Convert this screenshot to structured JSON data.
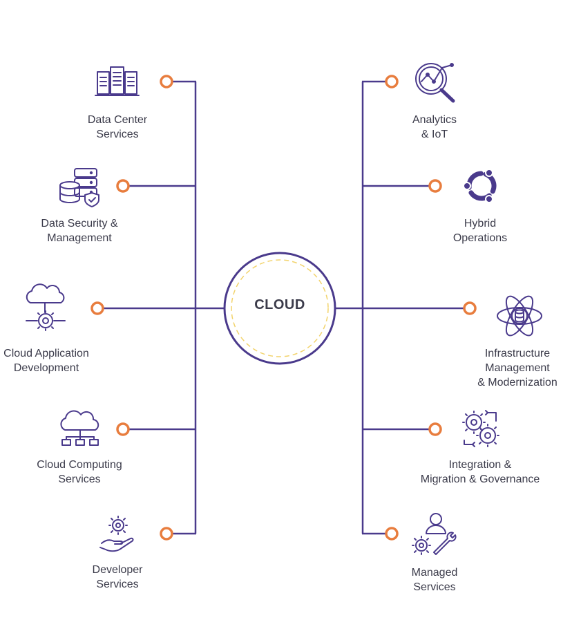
{
  "center": {
    "label": "CLOUD"
  },
  "colors": {
    "line": "#4a3a8c",
    "connector": "#e87d3e",
    "icon": "#4a3a8c",
    "center_dash": "#f2d36b"
  },
  "left_services": [
    {
      "line1": "Data Center",
      "line2": "Services",
      "icon": "server-rack-icon"
    },
    {
      "line1": "Data Security &",
      "line2": "Management",
      "icon": "database-shield-icon"
    },
    {
      "line1": "Cloud Application",
      "line2": "Development",
      "icon": "cloud-gear-icon"
    },
    {
      "line1": "Cloud Computing",
      "line2": "Services",
      "icon": "cloud-network-icon"
    },
    {
      "line1": "Developer",
      "line2": "Services",
      "icon": "hand-gear-icon"
    }
  ],
  "right_services": [
    {
      "line1": "Analytics",
      "line2": "& IoT",
      "icon": "magnifier-chart-icon"
    },
    {
      "line1": "Hybrid",
      "line2": "Operations",
      "icon": "ubuntu-circle-icon"
    },
    {
      "line1": "Infrastructure",
      "line2": "Management",
      "line3": "& Modernization",
      "icon": "atom-database-icon"
    },
    {
      "line1": "Integration &",
      "line2": "Migration & Governance",
      "icon": "gears-cycle-icon"
    },
    {
      "line1": "Managed",
      "line2": "Services",
      "icon": "person-tools-icon"
    }
  ]
}
